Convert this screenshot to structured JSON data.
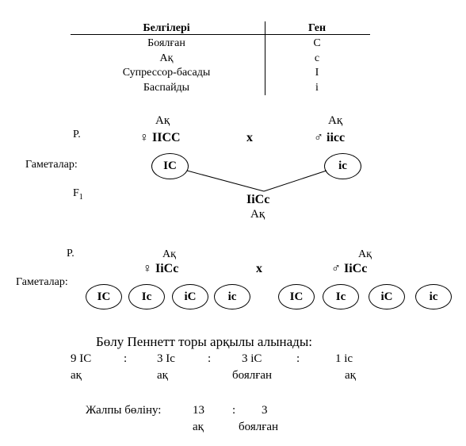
{
  "table": {
    "headers": [
      "Белгілері",
      "Ген"
    ],
    "rows": [
      {
        "trait": "Боялған",
        "gene": "C"
      },
      {
        "trait": "Ақ",
        "gene": "c"
      },
      {
        "trait": "Супрессор-басады",
        "gene": "I"
      },
      {
        "trait": "Баспайды",
        "gene": "i"
      }
    ]
  },
  "cross1": {
    "p_label": "P.",
    "female_pheno": "Ақ",
    "female_symbol": "♀",
    "female_geno": "IICC",
    "cross_sign": "x",
    "male_pheno": "Ақ",
    "male_symbol": "♂",
    "male_geno": "iicc",
    "gametes_label": "Гаметалар:",
    "female_gamete": "IC",
    "male_gamete": "ic",
    "f1_label": "F",
    "f1_sub": "1",
    "f1_geno": "IiCc",
    "f1_pheno": "Ақ"
  },
  "cross2": {
    "p_label": "P.",
    "female_pheno": "Ақ",
    "female_symbol": "♀",
    "female_geno": "IiCc",
    "cross_sign": "x",
    "male_pheno": "Ақ",
    "male_symbol": "♂",
    "male_geno": "IiCc",
    "gametes_label": "Гаметалар:",
    "female_gametes": [
      "IC",
      "Ic",
      "iC",
      "ic"
    ],
    "male_gametes": [
      "IC",
      "Ic",
      "iC",
      "ic"
    ]
  },
  "punnett": {
    "intro": "Бөлу Пеннетт торы арқылы алынады:",
    "genotypes": [
      "9 IC",
      "3 Ic",
      "3 iC",
      "1 ic"
    ],
    "separator": ":",
    "phenotypes": [
      "ақ",
      "ақ",
      "боялған",
      "ақ"
    ]
  },
  "summary": {
    "label": "Жалпы бөліну:",
    "ratio_left": "13",
    "separator": ":",
    "ratio_right": "3",
    "pheno_left": "ақ",
    "pheno_right": "боялған"
  }
}
